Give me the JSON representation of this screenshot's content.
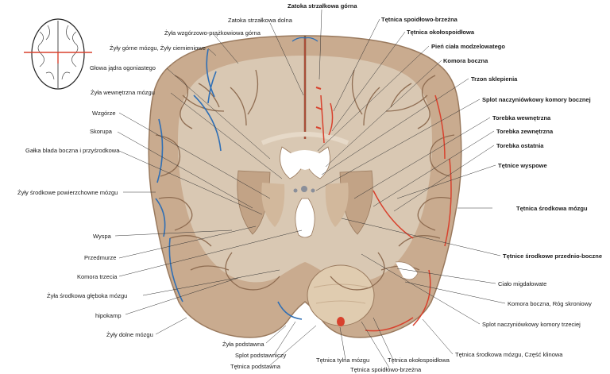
{
  "colors": {
    "white_matter": "#d9c8b3",
    "gray_matter": "#c9ab8f",
    "cortex_edge": "#b79477",
    "vein": "#2f6fb5",
    "artery": "#d8412d",
    "ventricle": "#ffffff",
    "leader": "#333333"
  },
  "labels": {
    "top": {
      "sinus_sup": "Zatoka strzałkowa górna",
      "sinus_inf": "Zatoka strzałkowa dolna",
      "vein_thalamostriate": "Żyła wzgórzowo-prążkowiowa górna",
      "veins_sup": "Żyły górne mózgu, Żyły ciemieniowe",
      "caudate": "Głowa jądra ogoniastego",
      "vein_internal": "Żyła wewnętrzna mózgu",
      "thalamus": "Wzgórze",
      "putamen": "Skorupa",
      "globus": "Gałka blada boczna i przyśrodkowa",
      "veins_superficial": "Żyły środkowe powierzchowne mózgu"
    },
    "left": {
      "insula": "Wyspa",
      "claustrum": "Przedmurze",
      "third_ventricle": "Komora trzecia",
      "deep_middle_vein": "Żyła środkowa głęboka mózgu",
      "hippocampus": "hipokamp",
      "inf_veins": "Żyły dolne mózgu"
    },
    "bottom": {
      "basal_vein": "Żyła podstawna",
      "choroid_plexus_low": "Splot podstawniczy",
      "basilar_artery": "Tętnica podstawna",
      "post_artery": "Tętnica tylna mózgu",
      "choroidal_artery": "Tętnica okołospoidłowa",
      "callosomarginal_b": "Tętnica spoidłowo-brzeżna"
    },
    "right": {
      "callosomarginal": "Tętnica spoidłowo-brzeżna",
      "pericallosal": "Tętnica okołospoidłowa",
      "corpus_trunk": "Pień ciała modzelowatego",
      "lateral_ventricle": "Komora boczna",
      "fornix": "Trzon sklepienia",
      "choroid_lateral": "Splot naczyniówkowy komory bocznej",
      "internal_capsule": "Torebka wewnętrzna",
      "external_capsule": "Torebka zewnętrzna",
      "extreme_capsule": "Torebka ostatnia",
      "striate_arteries": "Tętnice wyspowe",
      "mca": "Tętnica środkowa mózgu",
      "anteromedial": "Tętnice środkowe przednio-boczne",
      "amygdala": "Ciało migdałowate",
      "temporal_horn": "Komora boczna, Róg skroniowy",
      "choroid_third": "Splot naczyniówkowy komory trzeciej",
      "mca_sphenoid": "Tętnica środkowa mózgu, Część klinowa"
    }
  }
}
